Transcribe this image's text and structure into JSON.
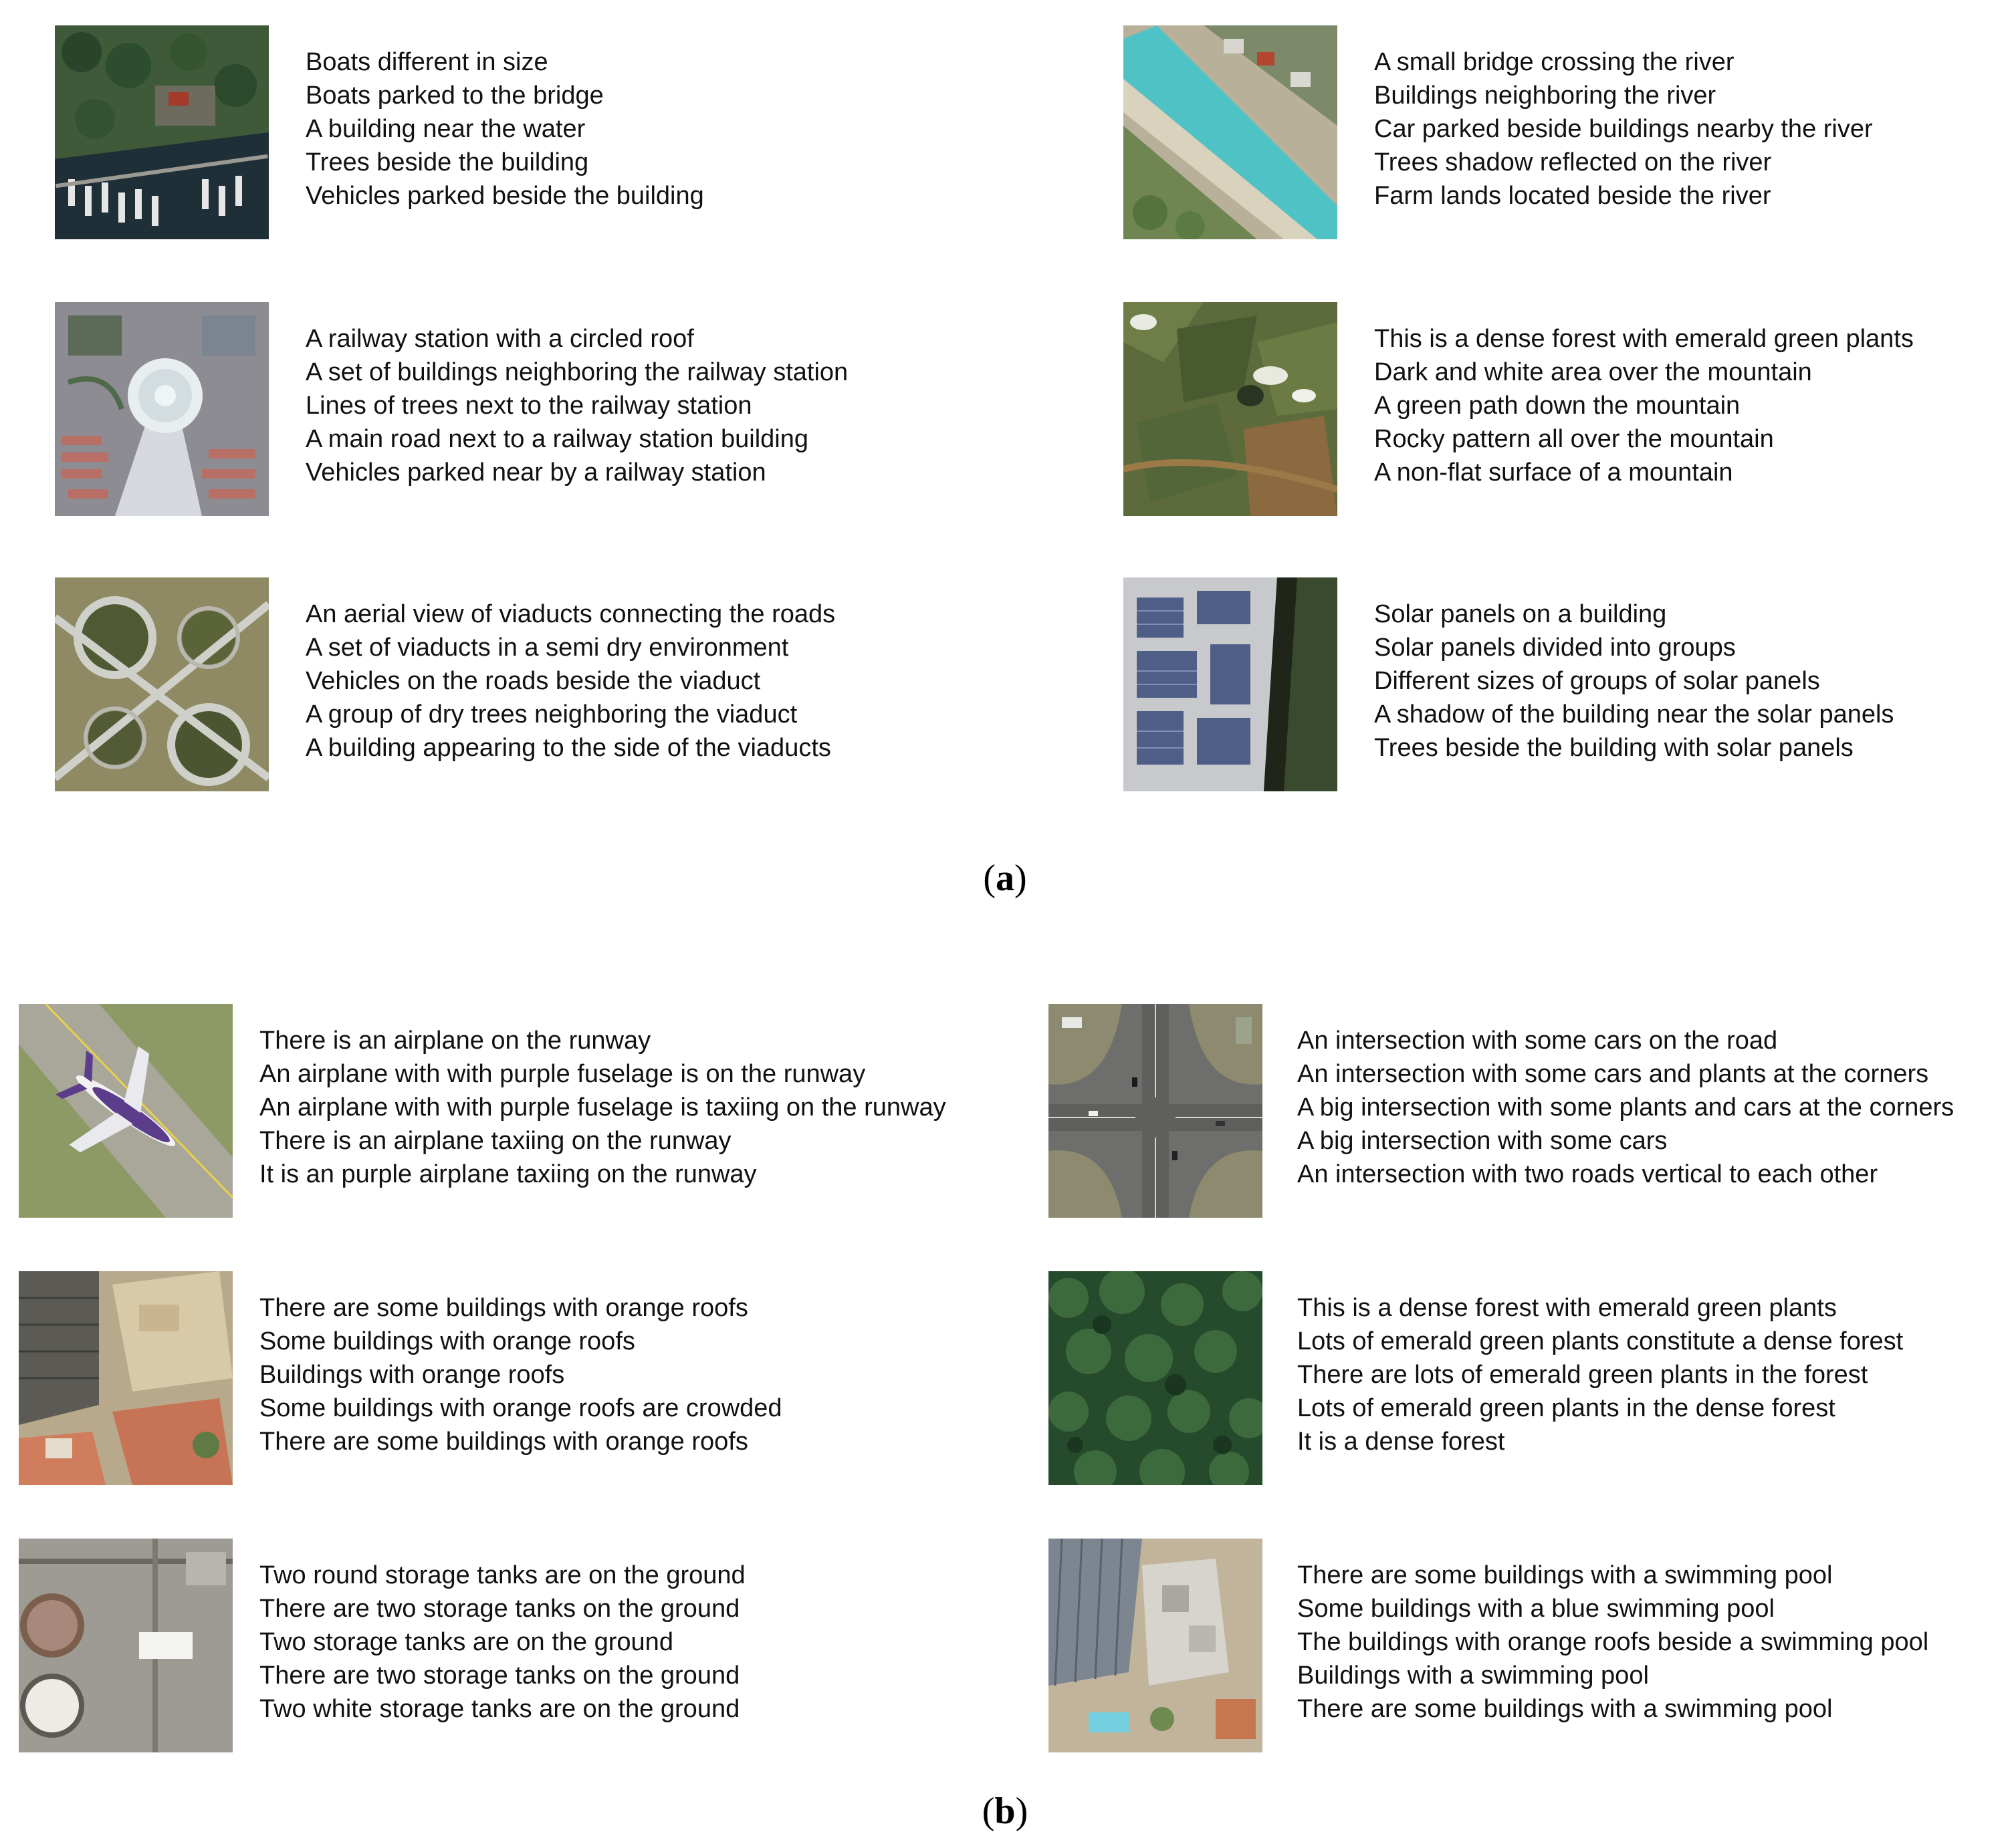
{
  "panels": [
    {
      "label": "a",
      "samples": [
        {
          "captions": [
            "Boats different in size",
            "Boats parked to the bridge",
            "A building near the water",
            "Trees beside the building",
            "Vehicles parked beside the building"
          ]
        },
        {
          "captions": [
            "A small bridge crossing the river",
            "Buildings neighboring the river",
            "Car parked beside buildings nearby the river",
            "Trees shadow reflected on the river",
            "Farm lands located beside the river"
          ]
        },
        {
          "captions": [
            "A railway station with a circled roof",
            "A set of buildings neighboring the railway station",
            "Lines of trees next to the railway station",
            "A main road next to a railway station building",
            "Vehicles parked near by a railway station"
          ]
        },
        {
          "captions": [
            "This is a dense forest with emerald green plants",
            "Dark and white area over the mountain",
            "A green path down the mountain",
            "Rocky pattern all over the mountain",
            "A non-flat surface of a mountain"
          ]
        },
        {
          "captions": [
            "An aerial view of viaducts connecting the roads",
            "A set of viaducts in a semi dry environment",
            "Vehicles on the roads beside the viaduct",
            "A group of dry trees neighboring the viaduct",
            "A building appearing to the side of the viaducts"
          ]
        },
        {
          "captions": [
            "Solar panels on a building",
            "Solar panels divided into groups",
            "Different sizes of groups of solar panels",
            "A shadow of the building near the solar panels",
            "Trees beside the building with solar panels"
          ]
        }
      ]
    },
    {
      "label": "b",
      "samples": [
        {
          "captions": [
            "There is an airplane on the runway",
            "An airplane with with purple fuselage is on the runway",
            "An airplane with with purple fuselage is taxiing on the runway",
            "There is an airplane taxiing on the runway",
            "It is an purple airplane taxiing on the runway"
          ]
        },
        {
          "captions": [
            "An intersection with some cars on the road",
            "An intersection with some cars and plants at the corners",
            "A big intersection  with some plants and cars at the corners",
            "A big intersection with some cars",
            "An intersection with two roads vertical to each other"
          ]
        },
        {
          "captions": [
            "There are some buildings with orange roofs",
            "Some buildings with orange roofs",
            "Buildings with orange roofs",
            "Some buildings with orange roofs are crowded",
            "There are some buildings with orange roofs"
          ]
        },
        {
          "captions": [
            "This is a dense forest with emerald green plants",
            "Lots of emerald green plants constitute a dense forest",
            "There are lots of emerald green plants in the forest",
            "Lots of emerald green plants in the dense forest",
            "It is a dense forest"
          ]
        },
        {
          "captions": [
            "Two round storage tanks are on the ground",
            "There are two storage tanks on the ground",
            "Two storage tanks are on the ground",
            "There are two storage tanks on the ground",
            "Two white storage tanks are on the ground"
          ]
        },
        {
          "captions": [
            "There are some buildings with a swimming pool",
            "Some buildings with a blue swimming pool",
            "The buildings with orange roofs beside a swimming pool",
            "Buildings with a swimming pool",
            "There are some buildings with a swimming pool"
          ]
        }
      ]
    }
  ]
}
